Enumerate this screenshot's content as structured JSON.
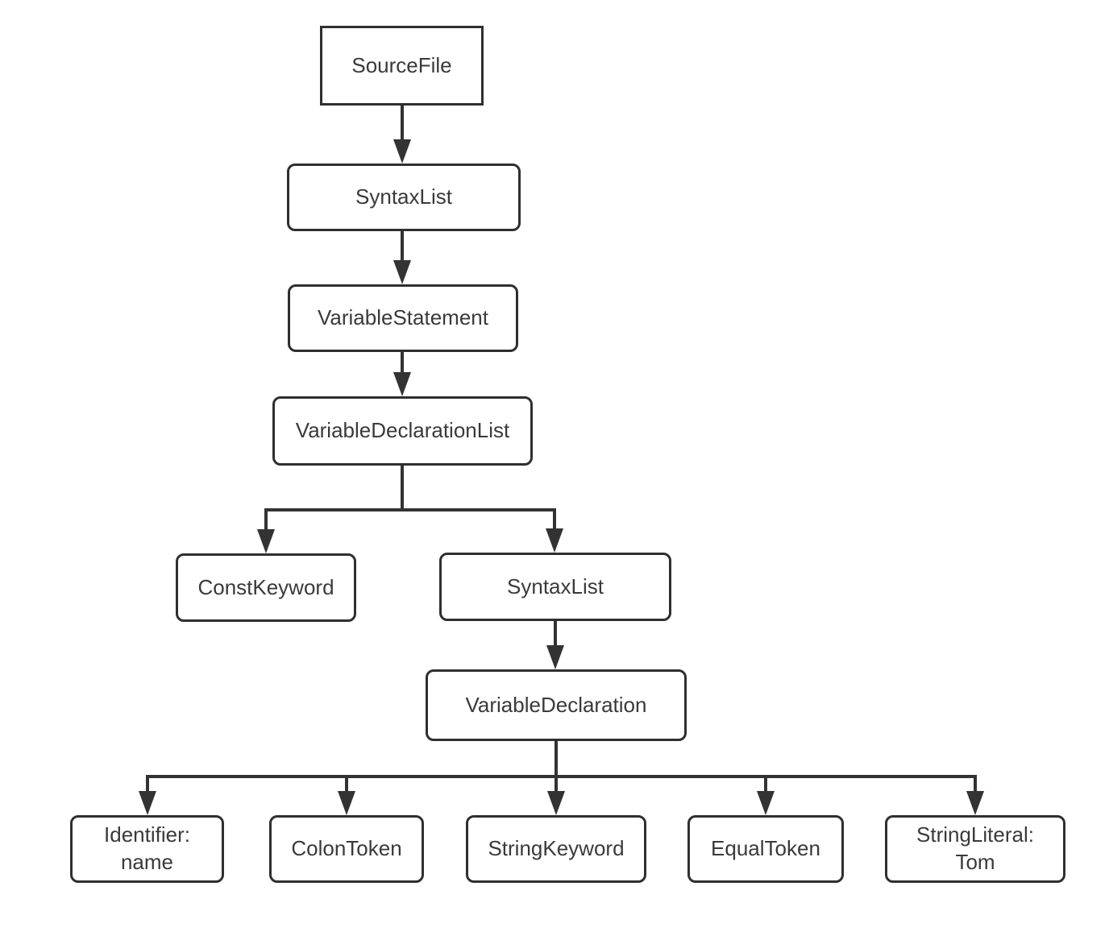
{
  "diagram": {
    "type": "tree",
    "description": "Abstract syntax tree of a variable declaration statement",
    "nodes": [
      {
        "id": "source-file",
        "label": "SourceFile",
        "shape": "rectangle"
      },
      {
        "id": "syntax-list-1",
        "label": "SyntaxList",
        "shape": "rounded"
      },
      {
        "id": "variable-statement",
        "label": "VariableStatement",
        "shape": "rounded"
      },
      {
        "id": "variable-declaration-list",
        "label": "VariableDeclarationList",
        "shape": "rounded"
      },
      {
        "id": "const-keyword",
        "label": "ConstKeyword",
        "shape": "rounded"
      },
      {
        "id": "syntax-list-2",
        "label": "SyntaxList",
        "shape": "rounded"
      },
      {
        "id": "variable-declaration",
        "label": "VariableDeclaration",
        "shape": "rounded"
      },
      {
        "id": "identifier",
        "label": "Identifier:\nname",
        "shape": "rounded"
      },
      {
        "id": "colon-token",
        "label": "ColonToken",
        "shape": "rounded"
      },
      {
        "id": "string-keyword",
        "label": "StringKeyword",
        "shape": "rounded"
      },
      {
        "id": "equal-token",
        "label": "EqualToken",
        "shape": "rounded"
      },
      {
        "id": "string-literal",
        "label": "StringLiteral:\nTom",
        "shape": "rounded"
      }
    ],
    "edges": [
      {
        "from": "source-file",
        "to": "syntax-list-1"
      },
      {
        "from": "syntax-list-1",
        "to": "variable-statement"
      },
      {
        "from": "variable-statement",
        "to": "variable-declaration-list"
      },
      {
        "from": "variable-declaration-list",
        "to": "const-keyword"
      },
      {
        "from": "variable-declaration-list",
        "to": "syntax-list-2"
      },
      {
        "from": "syntax-list-2",
        "to": "variable-declaration"
      },
      {
        "from": "variable-declaration",
        "to": "identifier"
      },
      {
        "from": "variable-declaration",
        "to": "colon-token"
      },
      {
        "from": "variable-declaration",
        "to": "string-keyword"
      },
      {
        "from": "variable-declaration",
        "to": "equal-token"
      },
      {
        "from": "variable-declaration",
        "to": "string-literal"
      }
    ],
    "colors": {
      "line": "#333333",
      "node_border": "#2f2f2f",
      "text": "#3a3a3a",
      "node_fill": "#ffffff",
      "background": "#ffffff"
    }
  }
}
